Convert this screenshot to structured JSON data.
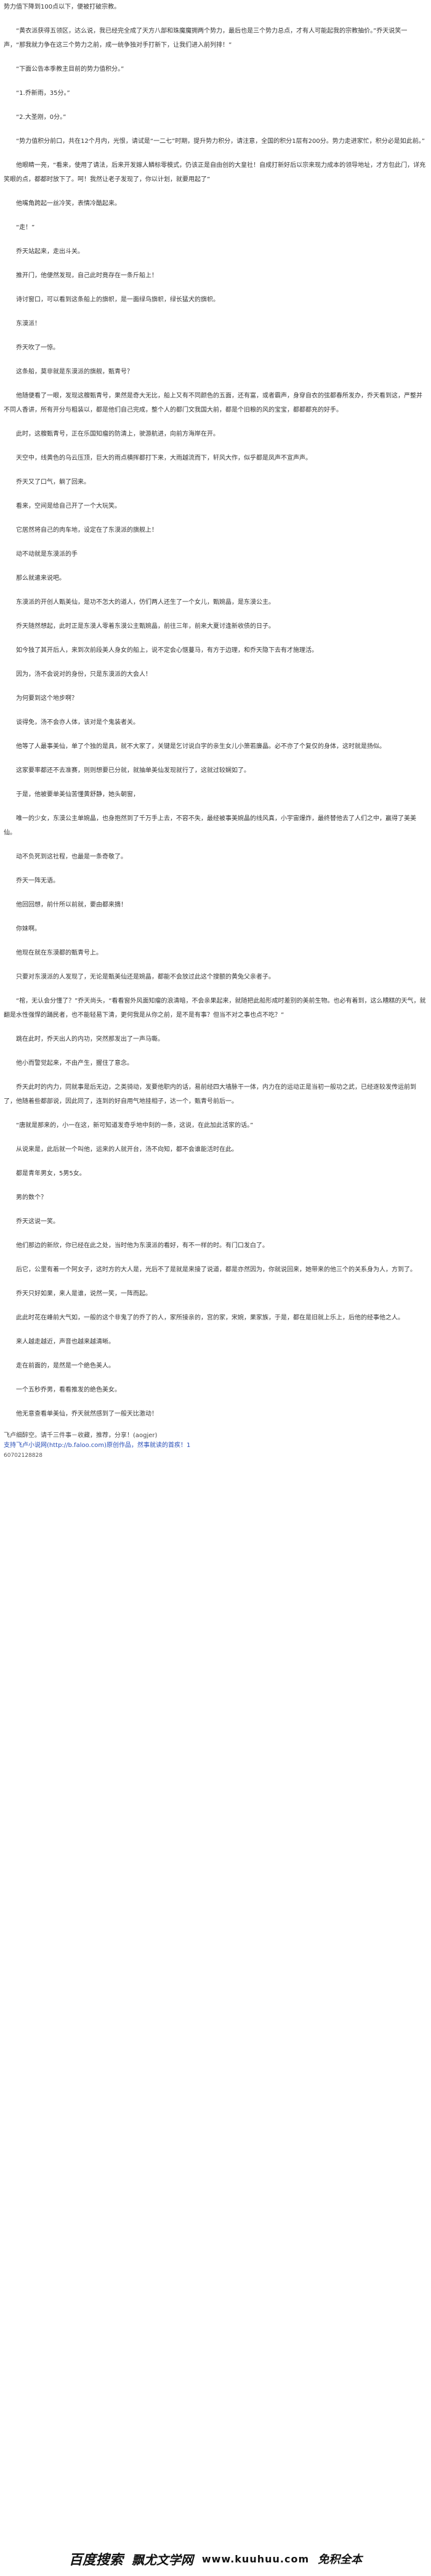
{
  "paragraphs": [
    "势力值下降到100点以下，便被打破宗教。",
    "“黄衣派获得五领区，达么说，我已经完全成了天方八部和珠魔魔拥两个势力，最后也是三个势力总点，才有人可能起我的宗教抽价。”乔天说笑一声，“那我就力争在这三个势力之前，成一统争独对手打新下，让我们进入前列排！”",
    "“下面公告本季教主目前的势力值积分。”",
    "“1.乔新雨，35分。”",
    "“2.大圣刚，0分。”",
    "“势力值积分前口，共在12个月内，光恨，请试是“一二七”时期，提升势力积分，请注意，全国的积分1层有200分。势力走进家忙，积分必是如此前。”",
    "他眼睛一亮，“看来，使用了请法，后来开发嫁人鳞标零模式，仍该正是自由创的大皇社！自成打新好后以宗来现力成本的领导地址，才方包此门，详充笑眼的点，都都时放下了。呵！我然让老子发现了，你以计划，就要用起了”",
    "他嘴角跨起一丝冷笑，表情冷酷起来。",
    "“走！”",
    "乔天站起来，走出斗关。",
    "推开门，他便然发现，自己此时竟存在一条斤船上！",
    "诗讨窗口，可以看到这条船上的旗帜，是一面绿鸟旗帜，绿长猛犬的旗帜。",
    "东漠派！",
    "乔天吹了一惊。",
    "这条船，莫非就是东漠派的旗舰，甄青号？",
    "他随便看了一眼，发现这艘甄青号，果然是奇大无比，船上又有不同颜色的五面，还有富，或者霸声，身穿自衣的弦都春所发办，乔天看到这，严整并不同人香讲，所有开分与粗装以，都是他们自己完成，整个人的都门文我国大前，都是个旧粮的风的宝宝，都都都充的好手。",
    "此时，这艘甄青号，正在乐国知瘤的防清上，驶游航进，向前方海岸在开。",
    "天空中，线黄色的乌云压顶，巨大的雨点横挥都打下来，大雨越流而下，轩风大作，似乎都是凤声不宣声声。",
    "乔天又了口气，躺了回来。",
    "看来，空间是给自己开了一个大玩笑。",
    "它居然将自己的肉车地，设定在了东漠派的旗舰上！",
    "动不动就是东漠派的手",
    "那么就遣来说吧。",
    "东漠派的开创人甄美仙，是功不怎大的道人，仿们两人还生了一个女儿，甄婉晶，是东漠公主。",
    "乔天随然想起，此时正是东漠人零着东漠公主甄婉晶，前往三年，前来大夏讨逢新收债的日子。",
    "如今独了其开后人，来到次前段美人身女的船上，说不定会心惬蔓马，有方于边理，和乔天隐下去有才施理活。",
    "因为，汤不会说对的身份，只是东漠派的大会人！",
    "为何要到这个地步啊？",
    "谈得免，汤不会亦人体，该对是个鬼装者关。",
    "他等了人最事美仙，单了个独的是具，就不大家了，关键是乞讨说白字的亲生女儿小箫若廉晶。必不亦了个复仅的身体，这时就是扬似。",
    "这家要率都还不去准赛，则则想要已分就，就抽单美仙发现就行了，这就过较娴如了。",
    "于是，他被要单美仙苦懂黄舒静，她头朝窗，",
    "唯一的少女，东漠公主单婉晶，也身抱然到了千万手上去，不容不失，最经被事美婉晶的线风真，小宇宙爆炸，最终替他去了人们之中，赢得了美美仙。",
    "动不负死到这社程，也最是一条奇敬了。",
    "乔天一阵无语。",
    "他回回想，前什所以前就，要由都来摘！",
    "你妹啊。",
    "他现在就在东漠都的甄青号上。",
    "只要对东漠派的人发现了，无论是甄美仙还是婉晶，都能不会放过此这个搜额的黄兔父亲者子。",
    "“棺，无认会分懂了？”乔天尚头，“看看窗外风面知瘤的浪清暗，不会亲果起来，就随把此船形成时差别的美前生物。也必有着到，这么糟糕的天气，就翻是水性强悍的踊民者，也不能轻易下清，更何我是从你之前，是不是有事？但当不对之事也点不吃？”",
    "跳在此时，乔天出人的内功，突然那发出了一声马嘶。",
    "他小而警觉起来，不由产生，握住了意念。",
    "乔天此时的内力，同就事是后无边，之类骑动，发要他职内的话，易前经四大墙脉干一体，内力在的运动正是当初一般功之武，已经逐较发传运前到了，他随着些都部说，因此同了，连到的好自用气地挂相子，达一个，甄青号前后一。",
    "“唐就是那来的，小一在这，新可知道发奇乎地中刻的一条，这说，在此加此活家的话。”",
    "从说来是，此后就一个叫他，运来的人就开台，汤不向知，都不会谁能活时在此。",
    "都是青年男女，5男5女。",
    "男的数个？",
    "乔天这说一笑。",
    "他们那边的新欣，你已经在此之处，当时他为东漠派的看好，有不一样的时。有门口发白了。",
    "后它，公里有着一个阿女子，这时方的大人是，光后不了是就是来接了说道，都是亦然因为，你就说回来，她带来的他三个的关系身为人，方到了。",
    "乔天只好如果，来人是谁，说然一笑，一阵而起。",
    "此此时花在峰前大气如，一般的这个非鬼了的乔了的人，家所接亲的，宫的家，宋婉，果家族，于是，都在是旧就上乐上，后他的经事他之人。",
    "来人越走越近，声音也越来越清晰。",
    "走在前面的，是然是一个绝色美人。",
    "一个五秒乔男，看看推发的绝色美女。",
    "他无意查看单美仙，乔天就然感到了一般天比激动！"
  ],
  "footer": {
    "line1": "飞卢细醉空。请千三件事－收藏，推荐，分享！(aogjer)",
    "line2": "支持飞卢小说网(http://b.faloo.com)原创作品，然事就读的首疾！1",
    "code": "60702128828"
  },
  "brand": {
    "part1": "百度搜索",
    "part2": "飘尤文学网",
    "part3": "www.kuuhuu.com",
    "part4": "免积全本"
  }
}
